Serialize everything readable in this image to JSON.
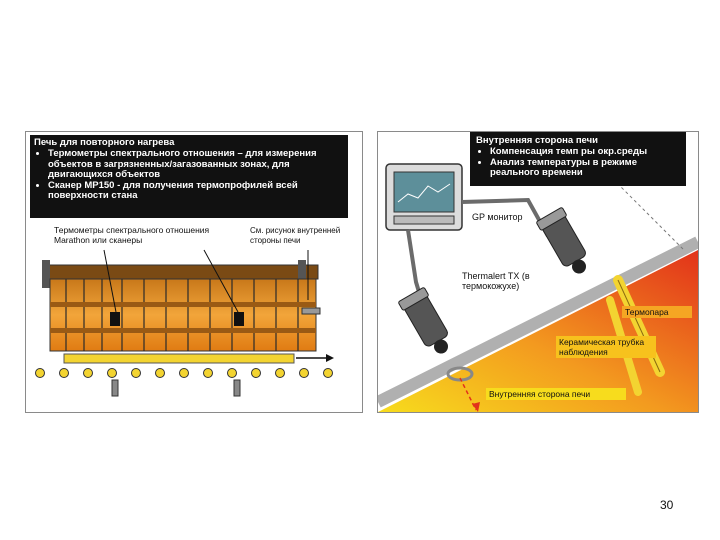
{
  "left": {
    "header": {
      "title": "Печь для повторного нагрева",
      "bullets": [
        "Термометры спектрального отношения – для измерения объектов в загрязненных/загазованных зонах, для двигающихся объектов",
        "Сканер MP150 - для получения термопрофилей всей поверхности стана"
      ]
    },
    "label_thermometers": "Термометры спектрального отношения Marathon или сканеры",
    "label_see_figure": "См. рисунок внутренней стороны печи"
  },
  "right": {
    "header": {
      "title": "Внутренняя сторона печи",
      "bullets": [
        "Компенсация темп ры окр.среды",
        "Анализ температуры в режиме реального времени"
      ]
    },
    "label_monitor": "GP монитор",
    "label_thermalert": "Thermalert TX (в термокожухе)",
    "label_thermocouple": "Термопара",
    "label_ceramic": "Керамическая трубка наблюдения",
    "label_inner_side": "Внутренняя сторона печи"
  },
  "page_number": "30",
  "colors": {
    "header_bg": "#111111",
    "label_box_orange": "#f5a623",
    "furnace_hot": "#e8411c",
    "furnace_warm": "#f7c21d"
  }
}
